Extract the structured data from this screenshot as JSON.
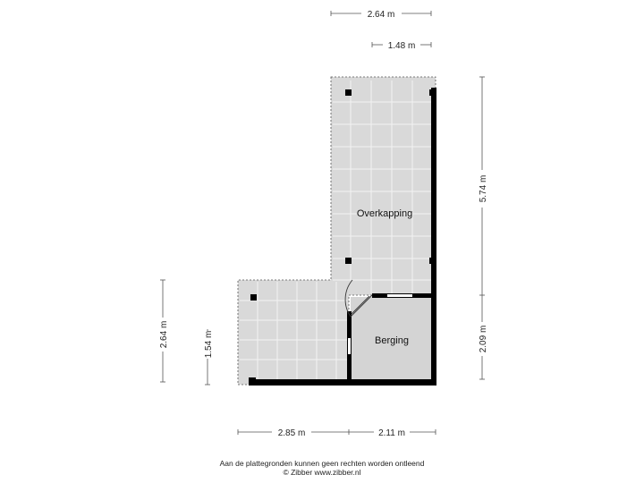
{
  "rooms": {
    "overkapping": "Overkapping",
    "berging": "Berging"
  },
  "dimensions": {
    "top_overall": "2.64 m",
    "top_inner": "1.48 m",
    "right_upper": "5.74 m",
    "right_lower": "2.09 m",
    "left_outer": "2.64 m",
    "left_inner": "1.54 m",
    "bottom_left": "2.85 m",
    "bottom_right": "2.11 m"
  },
  "footer": {
    "disclaimer": "Aan de plattegronden kunnen geen rechten worden ontleend",
    "copyright": "© Zibber www.zibber.nl"
  },
  "colors": {
    "floor": "#d9d9d9",
    "wall": "#000000",
    "grid": "#f4f4f4",
    "dimension_line": "#555555"
  }
}
